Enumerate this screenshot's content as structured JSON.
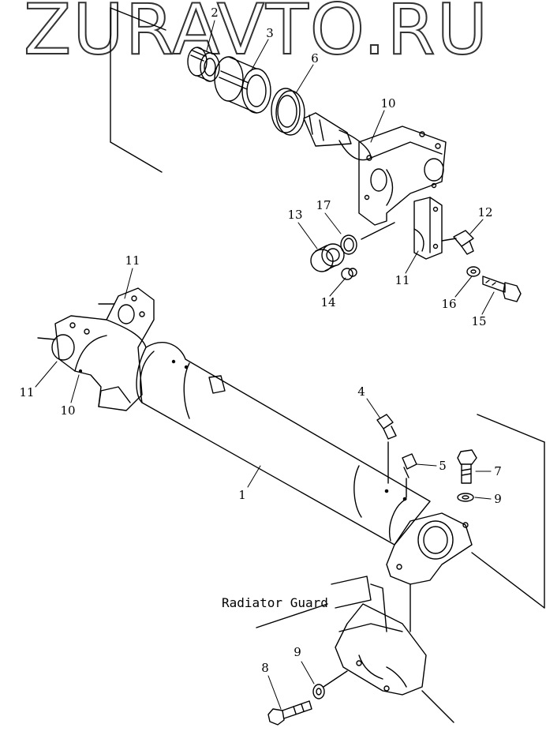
{
  "watermark": "ZURAVTO.RU",
  "caption": "Radiator Guard",
  "callouts": {
    "c2": "2",
    "c3": "3",
    "c6": "6",
    "c10a": "10",
    "c13": "13",
    "c17": "17",
    "c12": "12",
    "c11a": "11",
    "c14": "14",
    "c16": "16",
    "c15": "15",
    "c11b": "11",
    "c11c": "11",
    "c10b": "10",
    "c4": "4",
    "c5": "5",
    "c7": "7",
    "c9a": "9",
    "c1": "1",
    "c8": "8",
    "c9b": "9"
  },
  "colors": {
    "line": "#000000",
    "background": "#ffffff"
  }
}
